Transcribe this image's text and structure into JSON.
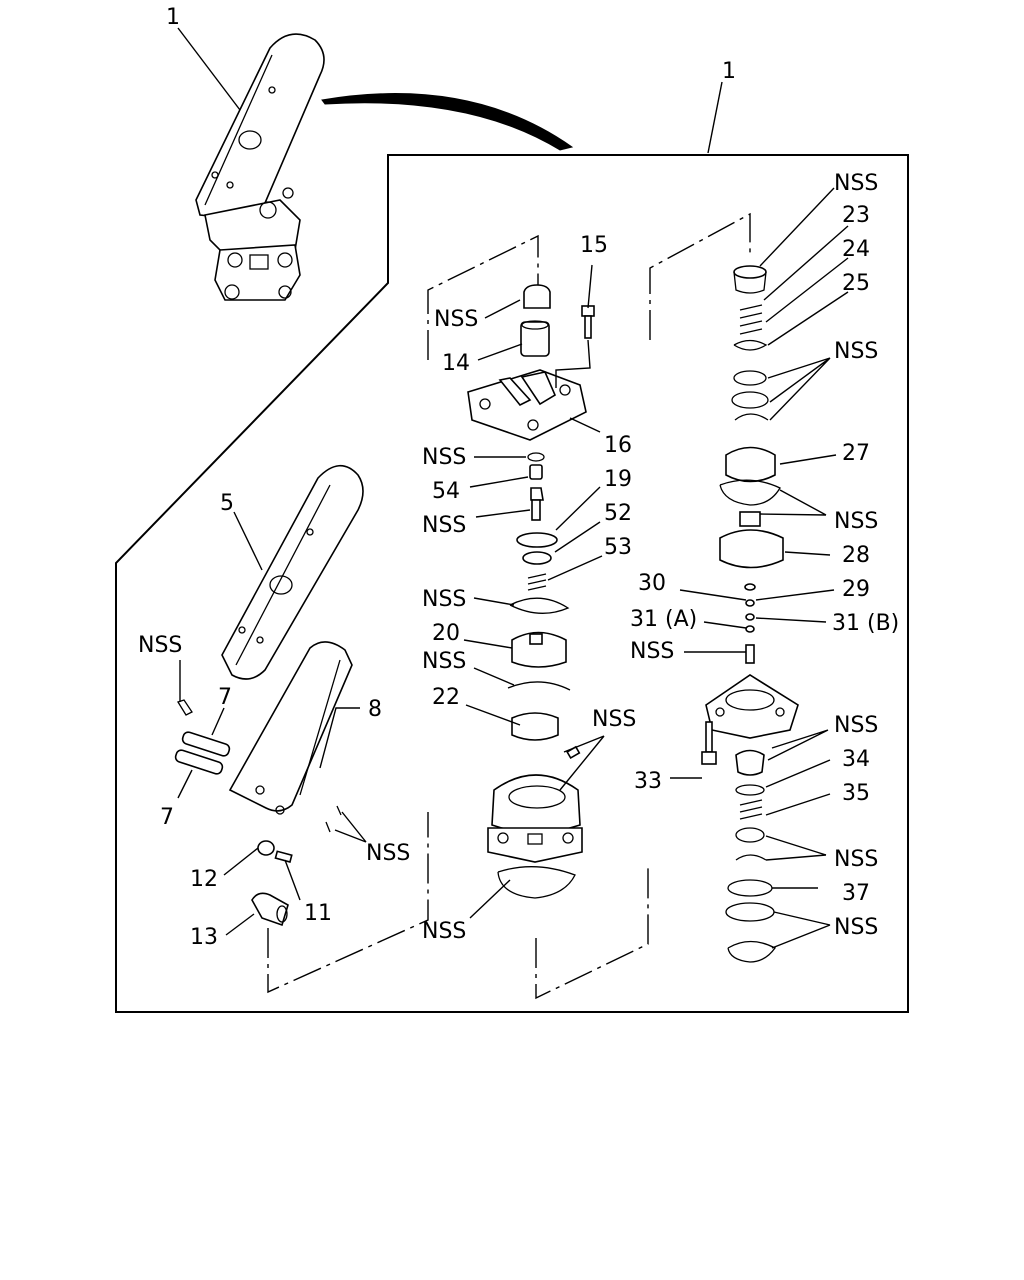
{
  "labels": {
    "main_assembly": "1",
    "inset_assembly": "1",
    "pedal": "5",
    "pin_upper": "7",
    "pin_lower": "7",
    "bracket": "8",
    "screw": "11",
    "nut": "12",
    "stopper": "13",
    "plunger_cap": "14",
    "bolt_top": "15",
    "cover": "16",
    "valve_stem": "19",
    "piston_20": "20",
    "spring_22": "22",
    "seat_23": "23",
    "spring_24": "24",
    "ring_25": "25",
    "ring_27": "27",
    "piston_28": "28",
    "washer_29": "29",
    "washer_30": "30",
    "washer_31a": "31 (A)",
    "washer_31b": "31 (B)",
    "bolt_33": "33",
    "valve_34": "34",
    "spring_35": "35",
    "seat_37": "37",
    "seat_52": "52",
    "spring_53": "53",
    "spring_54": "54"
  },
  "nss": {
    "text": "NSS",
    "items": [
      "NSS",
      "NSS",
      "NSS",
      "NSS",
      "NSS",
      "NSS",
      "NSS",
      "NSS",
      "NSS",
      "NSS",
      "NSS",
      "NSS",
      "NSS",
      "NSS",
      "NSS",
      "NSS"
    ]
  }
}
